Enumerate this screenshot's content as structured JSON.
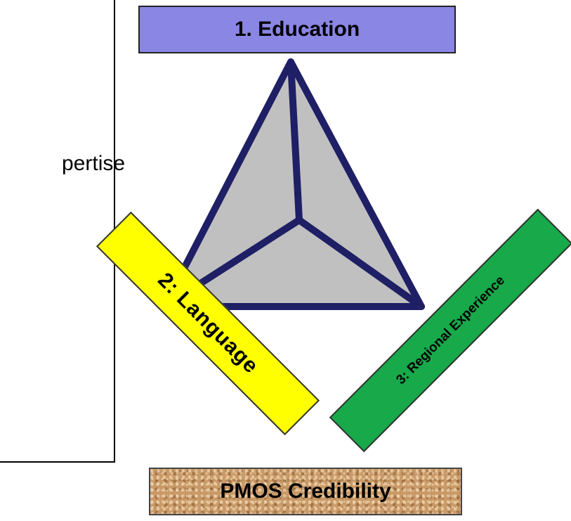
{
  "left_panel": {
    "clipped_text": "pertise"
  },
  "education": {
    "label": "1. Education"
  },
  "language": {
    "label": "2:  Language"
  },
  "regional": {
    "label": "3:  Regional Experience"
  },
  "pmos": {
    "label": "PMOS Credibility"
  },
  "colors": {
    "education": "#8a86e4",
    "language": "#ffff00",
    "regional": "#18a94a",
    "pyramid_fill": "#c0c0c0",
    "pyramid_stroke": "#1f1f66",
    "pmos": "#c99a68"
  }
}
